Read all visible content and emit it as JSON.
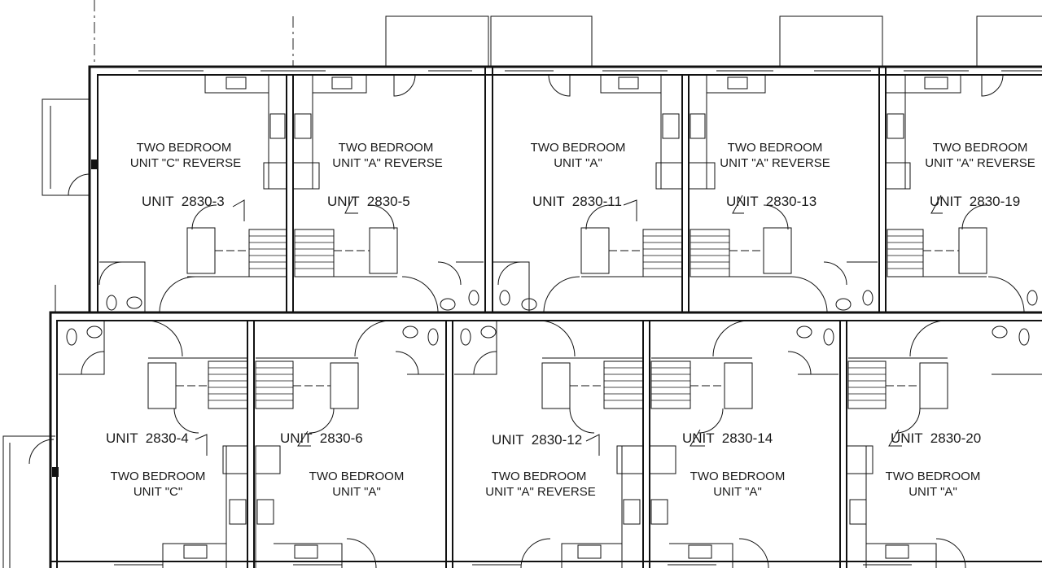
{
  "upper_row": [
    {
      "type_line1": "TWO BEDROOM",
      "type_line2": "UNIT \"C\" REVERSE",
      "unit_number": "UNIT  2830-3"
    },
    {
      "type_line1": "TWO BEDROOM",
      "type_line2": "UNIT \"A\" REVERSE",
      "unit_number": "UNIT  2830-5"
    },
    {
      "type_line1": "TWO BEDROOM",
      "type_line2": "UNIT \"A\"",
      "unit_number": "UNIT  2830-11"
    },
    {
      "type_line1": "TWO BEDROOM",
      "type_line2": "UNIT \"A\" REVERSE",
      "unit_number": "UNIT  2830-13"
    },
    {
      "type_line1": "TWO BEDROOM",
      "type_line2": "UNIT \"A\" REVERSE",
      "unit_number": "UNIT  2830-19"
    }
  ],
  "lower_row": [
    {
      "type_line1": "TWO BEDROOM",
      "type_line2": "UNIT \"C\"",
      "unit_number": "UNIT  2830-4"
    },
    {
      "type_line1": "TWO BEDROOM",
      "type_line2": "UNIT \"A\"",
      "unit_number": "UNIT  2830-6"
    },
    {
      "type_line1": "TWO BEDROOM",
      "type_line2": "UNIT \"A\" REVERSE",
      "unit_number": "UNIT  2830-12"
    },
    {
      "type_line1": "TWO BEDROOM",
      "type_line2": "UNIT \"A\"",
      "unit_number": "UNIT  2830-14"
    },
    {
      "type_line1": "TWO BEDROOM",
      "type_line2": "UNIT \"A\"",
      "unit_number": "UNIT  2830-20"
    }
  ]
}
